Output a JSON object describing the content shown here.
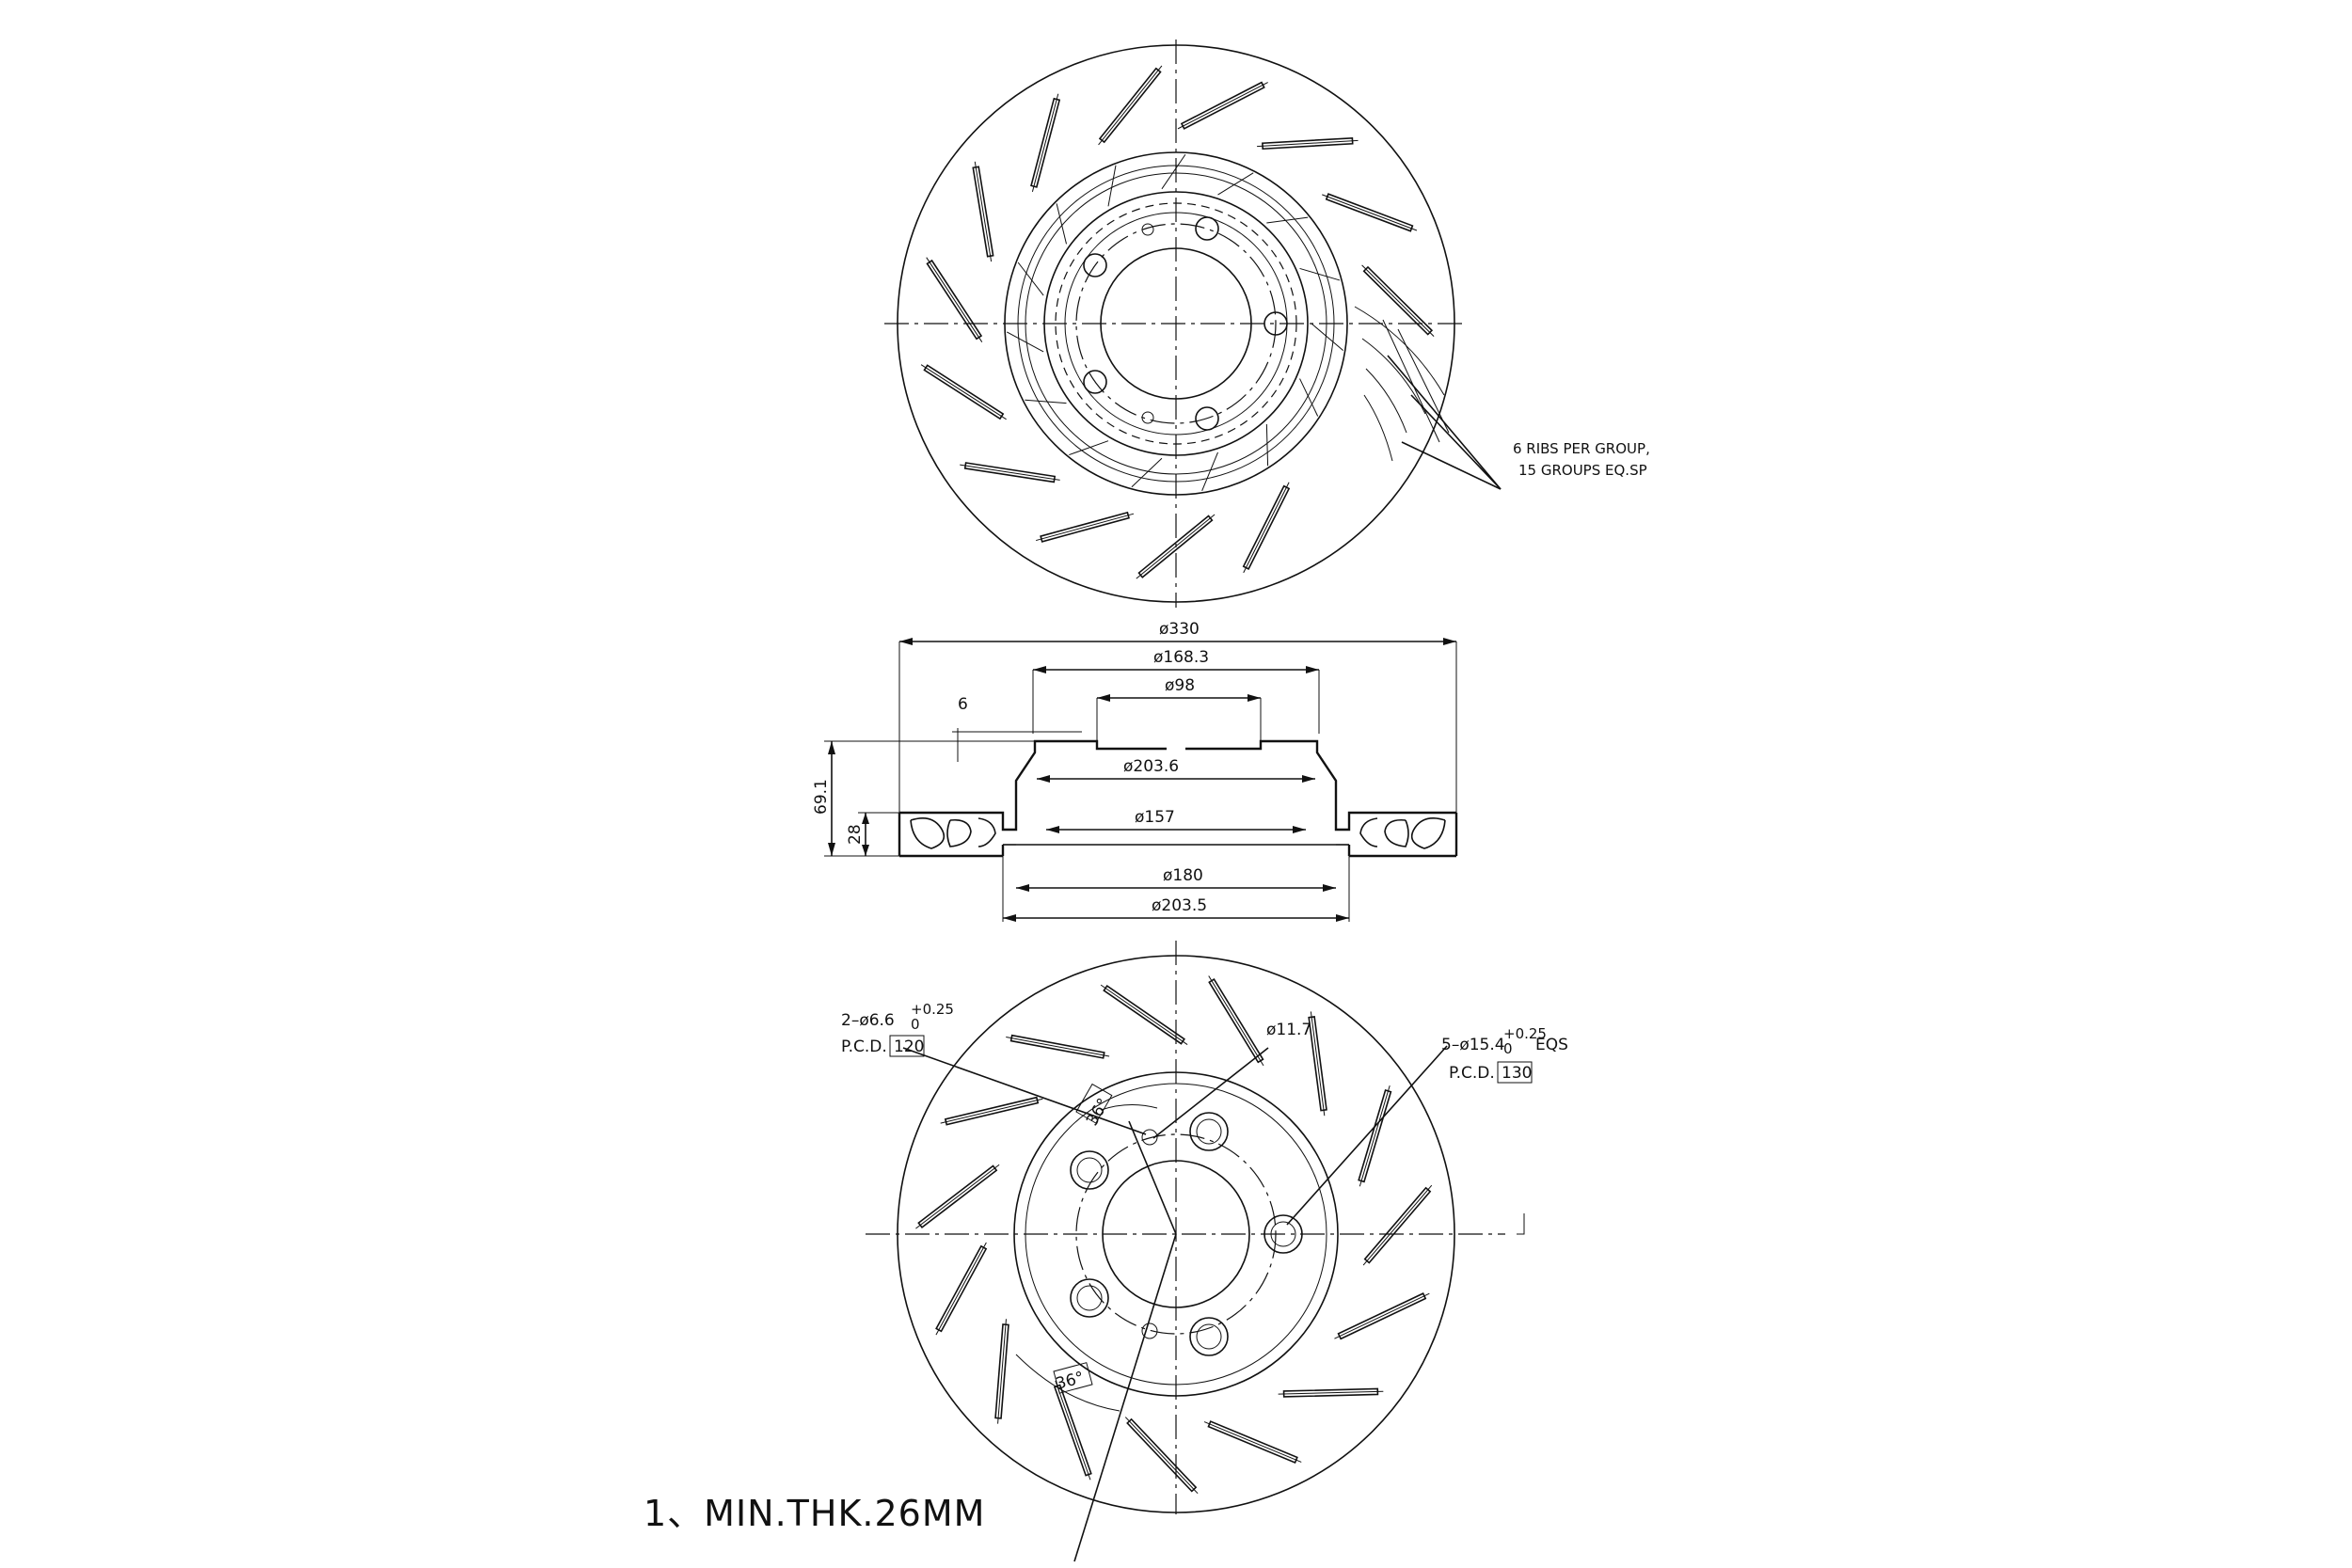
{
  "top_view": {
    "rib_note_line1": "6 RIBS PER GROUP,",
    "rib_note_line2": "15 GROUPS EQ.SP"
  },
  "section_view": {
    "dia_330": "ø330",
    "dia_168": "ø168.3",
    "dia_98": "ø98",
    "dim_6": "6",
    "dia_203_6": "ø203.6",
    "height_69": "69.1",
    "height_28": "28",
    "dia_157": "ø157",
    "dia_180": "ø180",
    "dia_203_5": "ø203.5"
  },
  "bottom_view": {
    "hole_small_callout": "2–ø6.6",
    "hole_small_tol_upper": "+0.25",
    "hole_small_tol_lower": "0",
    "pcd_label_a": "P.C.D.",
    "pcd_value_a": "120",
    "dia_11_7": "ø11.7",
    "hole_large_callout": "5–ø15.4",
    "hole_large_tol_upper": "+0.25",
    "hole_large_tol_lower": "0",
    "hole_large_suffix": "EQS",
    "pcd_label_b": "P.C.D.",
    "pcd_value_b": "130",
    "angle_upper": "36°",
    "angle_lower": "36°"
  },
  "notes": {
    "min_thickness": "1、MIN.THK.26MM"
  }
}
